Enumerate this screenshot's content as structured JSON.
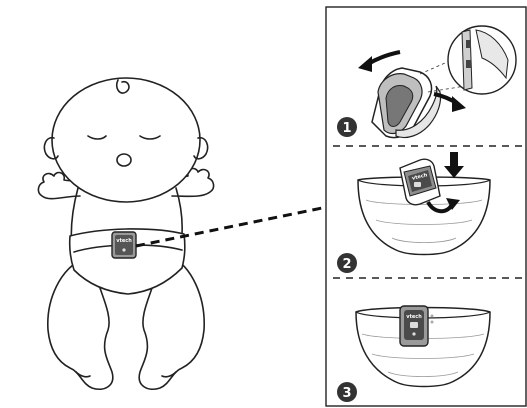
{
  "device": {
    "brand": "vtech"
  },
  "steps": [
    {
      "number": "1"
    },
    {
      "number": "2"
    },
    {
      "number": "3"
    }
  ],
  "colors": {
    "line": "#222222",
    "device_body": "#888888",
    "device_face": "#4a4a4a",
    "step_badge": "#333333",
    "arrow": "#111111"
  }
}
